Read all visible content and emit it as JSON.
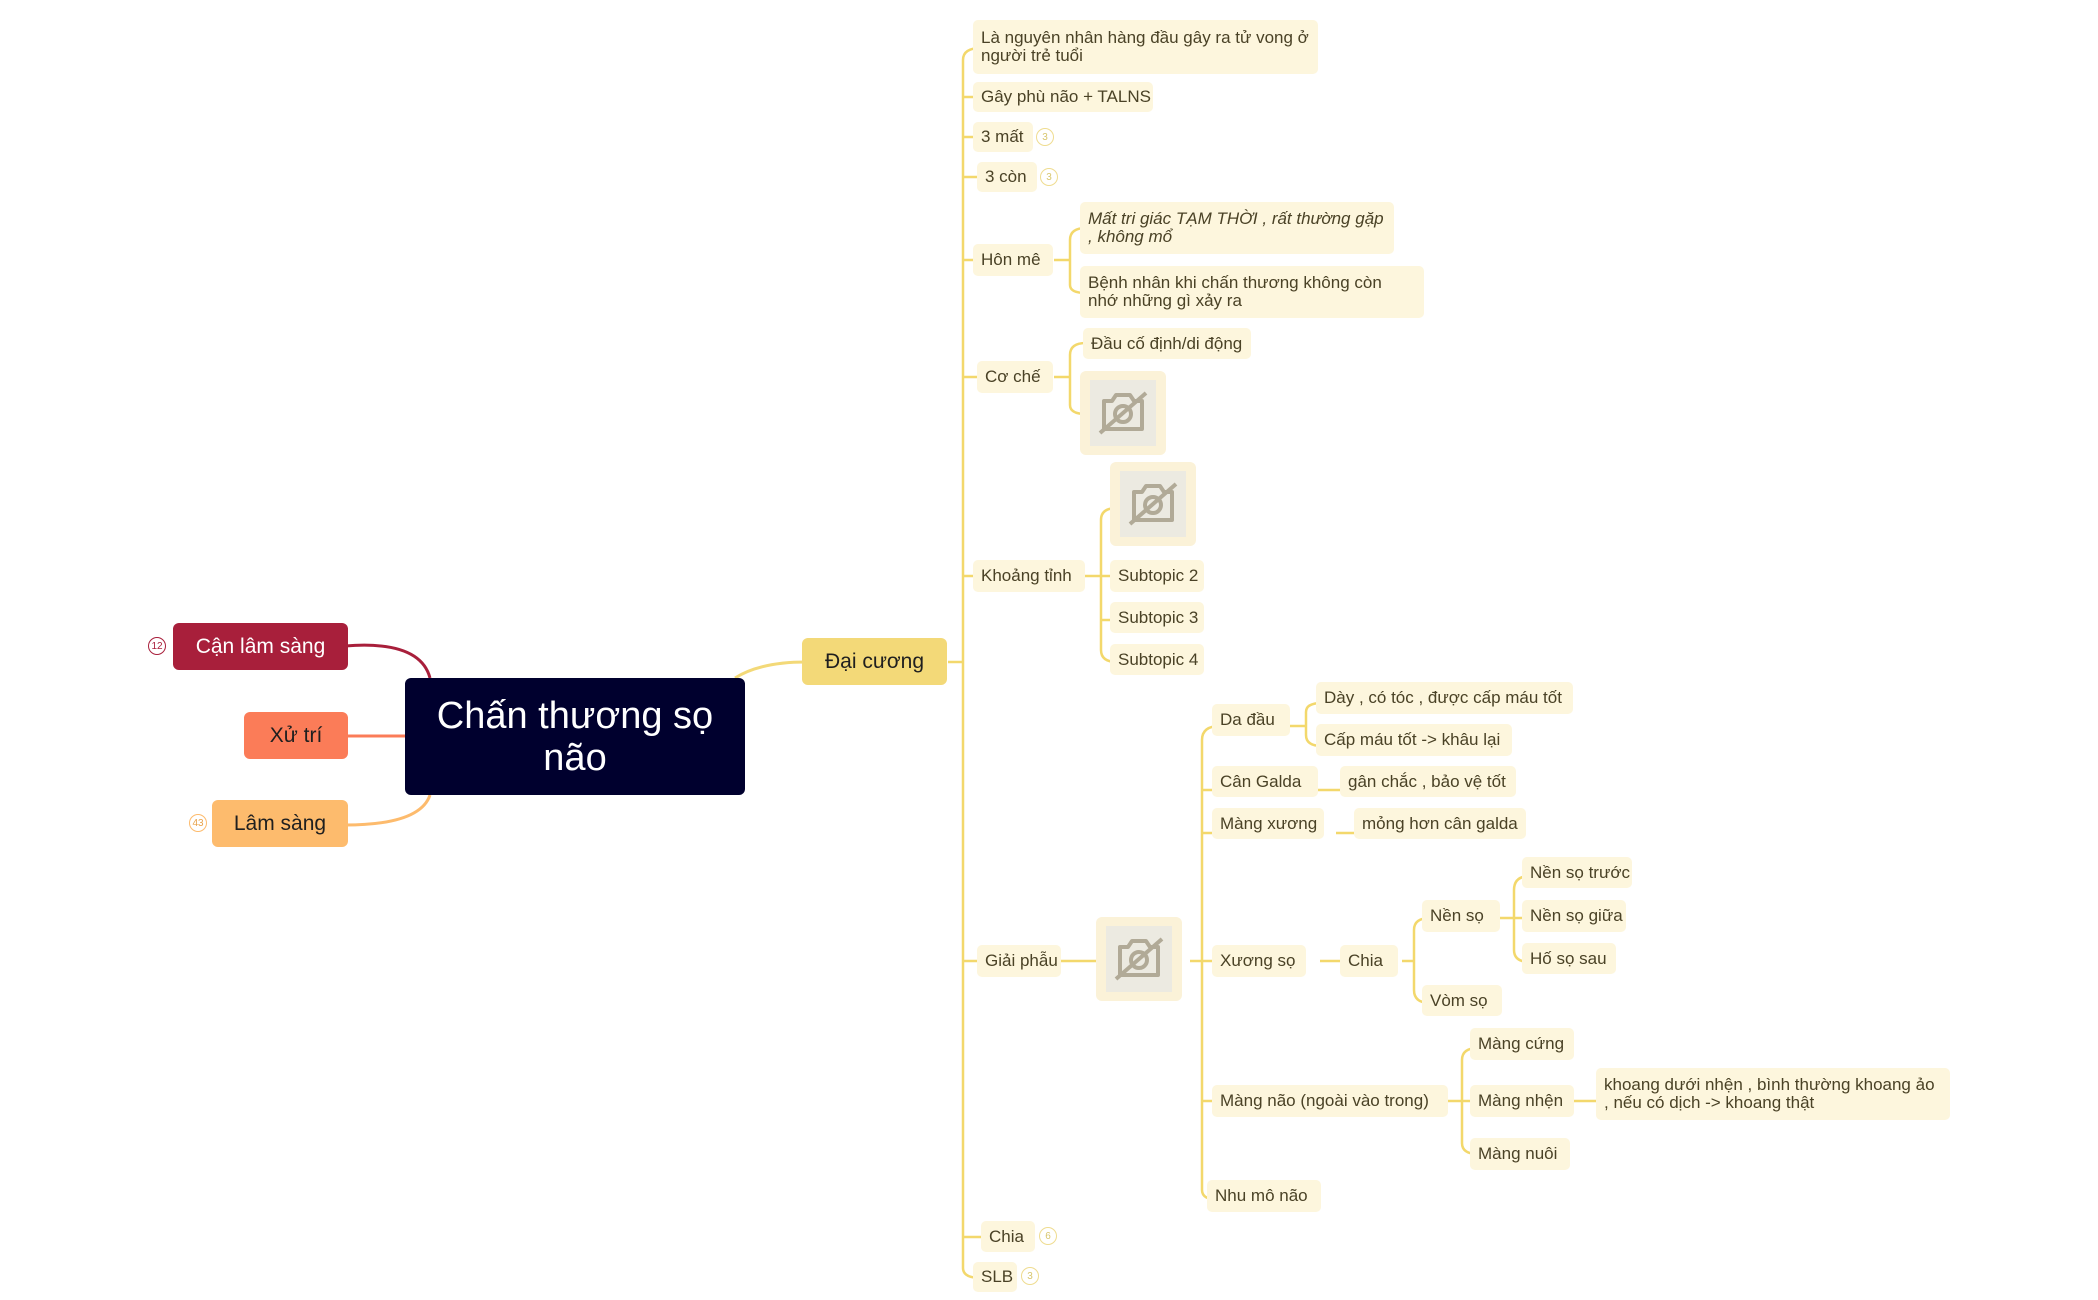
{
  "central": {
    "label": "Chấn thương sọ não"
  },
  "left_branches": [
    {
      "label": "Cận lâm sàng",
      "color": "#a81f3b",
      "badge": "12"
    },
    {
      "label": "Xử trí",
      "color": "#fb7c58"
    },
    {
      "label": "Lâm sàng",
      "color": "#fdbb6d",
      "badge": "43"
    }
  ],
  "dai_cuong": {
    "label": "Đại cương",
    "color": "#f3d978",
    "items": {
      "nguyen_nhan": "Là nguyên nhân hàng đầu gây ra tử vong ở người trẻ tuổi",
      "gay_phu_nao": "Gây phù não + TALNS",
      "ba_mat": "3 mất",
      "ba_mat_badge": "3",
      "ba_con": "3 còn",
      "ba_con_badge": "3",
      "hon_me": "Hôn mê",
      "hon_me_1": "Mất tri giác TẠM THỜI , rất thường gặp , không mổ",
      "hon_me_2": "Bệnh nhân khi chấn thương không còn nhớ những gì xảy ra",
      "co_che": "Cơ chế",
      "co_che_1": "Đầu cố định/di động",
      "khoang_tinh": "Khoảng tỉnh",
      "subtopic_2": "Subtopic 2",
      "subtopic_3": "Subtopic 3",
      "subtopic_4": "Subtopic 4",
      "giai_phau": "Giải phẫu",
      "da_dau": "Da đầu",
      "da_dau_1": "Dày , có tóc , được cấp máu tốt",
      "da_dau_2": "Cấp máu tốt -> khâu lại",
      "can_galda": "Cân Galda",
      "can_galda_1": "gân chắc , bảo vệ tốt",
      "mang_xuong": "Màng xương",
      "mang_xuong_1": "mỏng hơn cân galda",
      "xuong_so": "Xương sọ",
      "chia_xs": "Chia",
      "nen_so": "Nền sọ",
      "nen_so_truoc": "Nền sọ trước",
      "nen_so_giua": "Nền sọ giữa",
      "ho_so_sau": "Hố sọ sau",
      "vom_so": "Vòm sọ",
      "mang_nao": "Màng não (ngoài vào trong)",
      "mang_cung": "Màng cứng",
      "mang_nhen": "Màng nhện",
      "mang_nhen_1": "khoang dưới nhện , bình thường khoang ảo , nếu có dịch -> khoang thật",
      "mang_nuoi": "Màng nuôi",
      "nhu_mo_nao": "Nhu mô não",
      "chia": "Chia",
      "chia_badge": "6",
      "slb": "SLB",
      "slb_badge": "3"
    }
  },
  "colors": {
    "connector": "#f3d86c",
    "topic_bg": "#fdf6dd",
    "text": "#4a4226"
  },
  "icons": {
    "image_placeholder": "image-off-icon"
  }
}
